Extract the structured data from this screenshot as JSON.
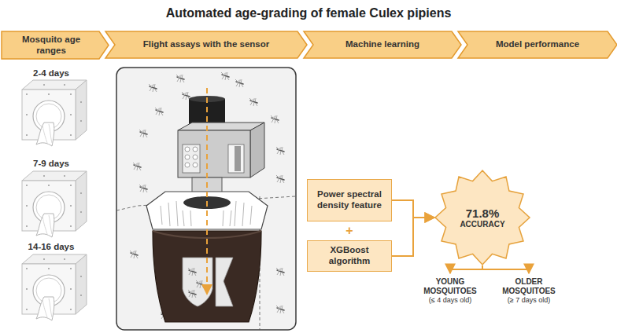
{
  "diagram": {
    "title": "Automated age-grading of female Culex pipiens",
    "nodes": [
      {
        "text": [
          "Mosquito age ranges"
        ]
      },
      {
        "text": [
          "Flight assays with the sensor"
        ]
      },
      {
        "text": [
          "Machine learning"
        ]
      },
      {
        "text": [
          "Model performance"
        ]
      },
      {
        "text": [
          "Power spectral density feature"
        ]
      },
      {
        "text": [
          "XGBoost algorithm"
        ]
      },
      {
        "text": [
          "71.8%",
          "ACCURACY"
        ]
      },
      {
        "text": [
          "YOUNG MOSQUITOES",
          "(≤ 4 days old)"
        ]
      },
      {
        "text": [
          "OLDER MOSQUITOES",
          "(≥ 7 days old)"
        ]
      }
    ],
    "edges": [
      {
        "from": 4,
        "to": 6,
        "arrow": "to"
      },
      {
        "from": 5,
        "to": 6,
        "arrow": "to"
      },
      {
        "from": 6,
        "to": 7,
        "arrow": "to"
      },
      {
        "from": 6,
        "to": 8,
        "arrow": "to"
      }
    ],
    "labels": [
      "2-4 days",
      "7-9 days",
      "14-16 days",
      "+"
    ]
  }
}
